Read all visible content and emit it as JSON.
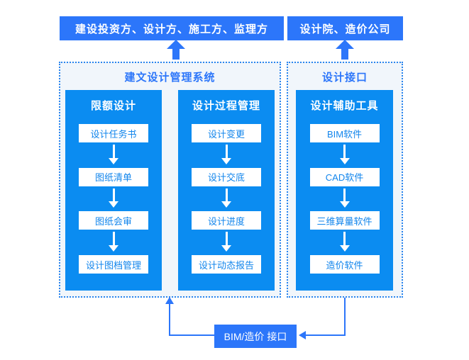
{
  "colors": {
    "primary_blue": "#2C76FA",
    "column_blue": "#0B8CF1",
    "item_text_blue": "#1185EC",
    "panel_background": "#F1F6FB",
    "panel_border_blue": "#2A85EE",
    "page_background": "#FFFFFF"
  },
  "top_boxes": {
    "stakeholders": "建设投资方、设计方、施工方、监理方",
    "partners": "设计院、造价公司"
  },
  "panels": [
    {
      "title": "建文设计管理系统",
      "columns": [
        {
          "header": "限额设计",
          "items": [
            "设计任务书",
            "图纸清单",
            "图纸会审",
            "设计图档管理"
          ]
        },
        {
          "header": "设计过程管理",
          "items": [
            "设计变更",
            "设计交底",
            "设计进度",
            "设计动态报告"
          ]
        }
      ]
    },
    {
      "title": "设计接口",
      "columns": [
        {
          "header": "设计辅助工具",
          "items": [
            "BIM软件",
            "CAD软件",
            "三维算量软件",
            "造价软件"
          ]
        }
      ]
    }
  ],
  "bottom_box": {
    "label": "BIM/造价 接口"
  },
  "icons": {
    "up_arrow": "solid blue upward block arrow",
    "down_arrow": "white downward flow arrow",
    "up_arrowhead": "blue triangle pointing up",
    "left_arrowhead": "blue triangle pointing left"
  }
}
